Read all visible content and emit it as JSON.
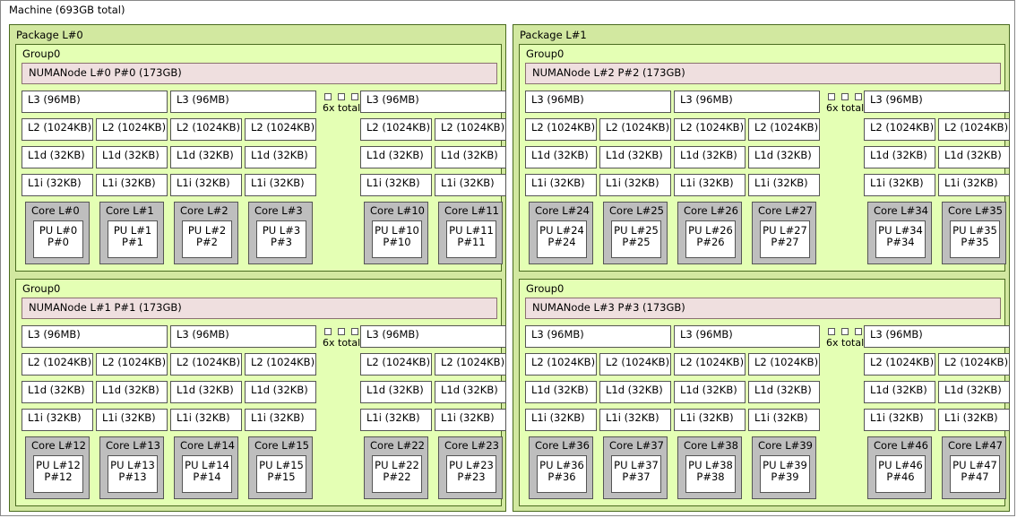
{
  "machine": {
    "title": "Machine (693GB total)"
  },
  "legend": {
    "more_text": "6x total",
    "more_icon": "three-small-squares-icon"
  },
  "cache_labels": {
    "l3": "L3 (96MB)",
    "l2": "L2 (1024KB)",
    "l1d": "L1d (32KB)",
    "l1i": "L1i (32KB)"
  },
  "colors": {
    "machine_border": "#888888",
    "package_bg": "#d2e8a0",
    "package_border": "#4a6b1f",
    "group_bg": "#e4ffb4",
    "group_border": "#4a6b1f",
    "numanode_bg": "#efdfdf",
    "numanode_border": "#8a7070",
    "cache_bg": "#ffffff",
    "cache_border": "#555555",
    "core_bg": "#bebebe",
    "pu_bg": "#ffffff"
  },
  "packages": [
    {
      "title": "Package L#0",
      "groups": [
        {
          "title": "Group0",
          "numanode": "NUMANode L#0 P#0 (173GB)",
          "l3_left_count": 2,
          "l3_right_count": 1,
          "cores_left": [
            {
              "core": "Core L#0",
              "pu_l": "PU L#0",
              "pu_p": "P#0"
            },
            {
              "core": "Core L#1",
              "pu_l": "PU L#1",
              "pu_p": "P#1"
            },
            {
              "core": "Core L#2",
              "pu_l": "PU L#2",
              "pu_p": "P#2"
            },
            {
              "core": "Core L#3",
              "pu_l": "PU L#3",
              "pu_p": "P#3"
            }
          ],
          "cores_right": [
            {
              "core": "Core L#10",
              "pu_l": "PU L#10",
              "pu_p": "P#10"
            },
            {
              "core": "Core L#11",
              "pu_l": "PU L#11",
              "pu_p": "P#11"
            }
          ]
        },
        {
          "title": "Group0",
          "numanode": "NUMANode L#1 P#1 (173GB)",
          "l3_left_count": 2,
          "l3_right_count": 1,
          "cores_left": [
            {
              "core": "Core L#12",
              "pu_l": "PU L#12",
              "pu_p": "P#12"
            },
            {
              "core": "Core L#13",
              "pu_l": "PU L#13",
              "pu_p": "P#13"
            },
            {
              "core": "Core L#14",
              "pu_l": "PU L#14",
              "pu_p": "P#14"
            },
            {
              "core": "Core L#15",
              "pu_l": "PU L#15",
              "pu_p": "P#15"
            }
          ],
          "cores_right": [
            {
              "core": "Core L#22",
              "pu_l": "PU L#22",
              "pu_p": "P#22"
            },
            {
              "core": "Core L#23",
              "pu_l": "PU L#23",
              "pu_p": "P#23"
            }
          ]
        }
      ]
    },
    {
      "title": "Package L#1",
      "groups": [
        {
          "title": "Group0",
          "numanode": "NUMANode L#2 P#2 (173GB)",
          "l3_left_count": 2,
          "l3_right_count": 1,
          "cores_left": [
            {
              "core": "Core L#24",
              "pu_l": "PU L#24",
              "pu_p": "P#24"
            },
            {
              "core": "Core L#25",
              "pu_l": "PU L#25",
              "pu_p": "P#25"
            },
            {
              "core": "Core L#26",
              "pu_l": "PU L#26",
              "pu_p": "P#26"
            },
            {
              "core": "Core L#27",
              "pu_l": "PU L#27",
              "pu_p": "P#27"
            }
          ],
          "cores_right": [
            {
              "core": "Core L#34",
              "pu_l": "PU L#34",
              "pu_p": "P#34"
            },
            {
              "core": "Core L#35",
              "pu_l": "PU L#35",
              "pu_p": "P#35"
            }
          ]
        },
        {
          "title": "Group0",
          "numanode": "NUMANode L#3 P#3 (173GB)",
          "l3_left_count": 2,
          "l3_right_count": 1,
          "cores_left": [
            {
              "core": "Core L#36",
              "pu_l": "PU L#36",
              "pu_p": "P#36"
            },
            {
              "core": "Core L#37",
              "pu_l": "PU L#37",
              "pu_p": "P#37"
            },
            {
              "core": "Core L#38",
              "pu_l": "PU L#38",
              "pu_p": "P#38"
            },
            {
              "core": "Core L#39",
              "pu_l": "PU L#39",
              "pu_p": "P#39"
            }
          ],
          "cores_right": [
            {
              "core": "Core L#46",
              "pu_l": "PU L#46",
              "pu_p": "P#46"
            },
            {
              "core": "Core L#47",
              "pu_l": "PU L#47",
              "pu_p": "P#47"
            }
          ]
        }
      ]
    }
  ]
}
